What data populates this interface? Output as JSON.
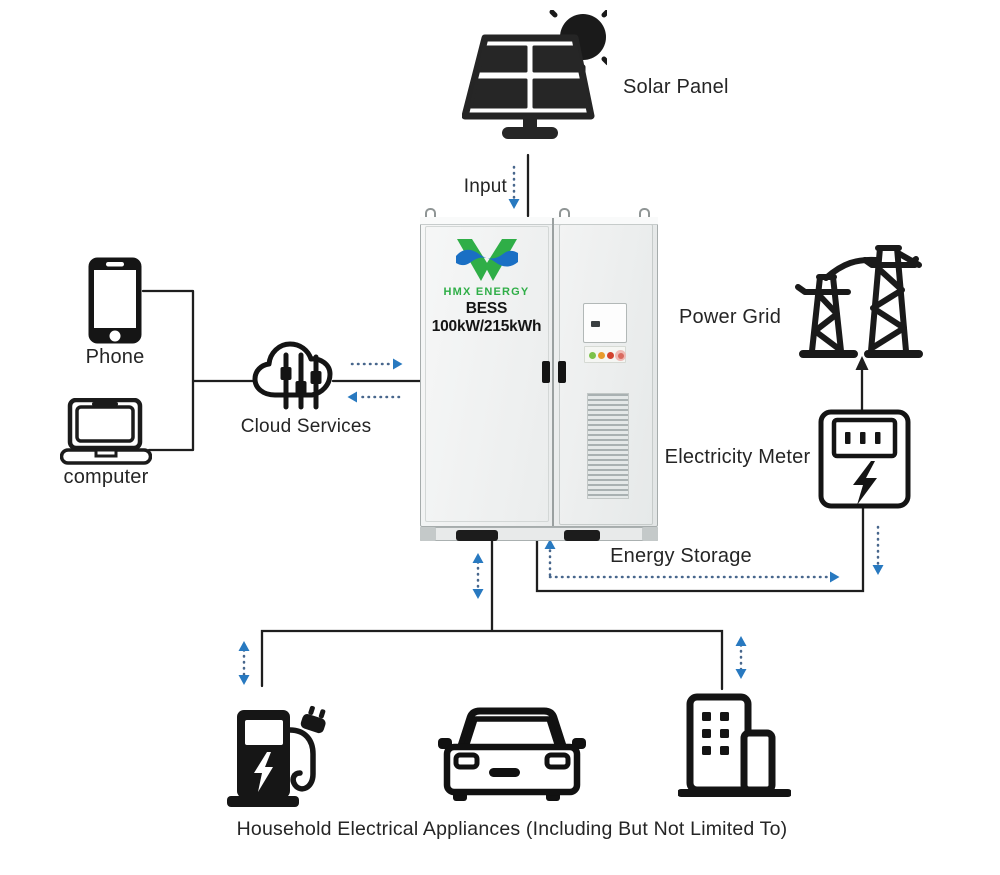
{
  "labels": {
    "solar_panel": "Solar Panel",
    "input": "Input",
    "phone": "Phone",
    "computer": "computer",
    "cloud_services": "Cloud Services",
    "power_grid": "Power Grid",
    "electricity_meter": "Electricity Meter",
    "energy_storage": "Energy Storage",
    "appliances_caption": "Household Electrical Appliances (Including But Not Limited To)"
  },
  "bess_unit": {
    "brand": "HMX ENERGY",
    "model": "BESS 100kW/215kWh"
  },
  "icons": {
    "top": [
      "sun-icon",
      "solar-panel-icon"
    ],
    "left": [
      "phone-icon",
      "laptop-icon",
      "cloud-services-icon"
    ],
    "right": [
      "power-grid-icon",
      "electricity-meter-icon"
    ],
    "bottom": [
      "ev-charger-icon",
      "car-icon",
      "building-icon"
    ]
  },
  "colors": {
    "background": "#ffffff",
    "line": "#1e1e1e",
    "arrow_dots": "#47668c",
    "arrow_head": "#2879c0",
    "logo_green": "#2fae47",
    "logo_blue": "#1a6fc4",
    "indicator_green": "#7cc24a",
    "indicator_amber": "#e89b2c",
    "indicator_red": "#d2422e"
  }
}
